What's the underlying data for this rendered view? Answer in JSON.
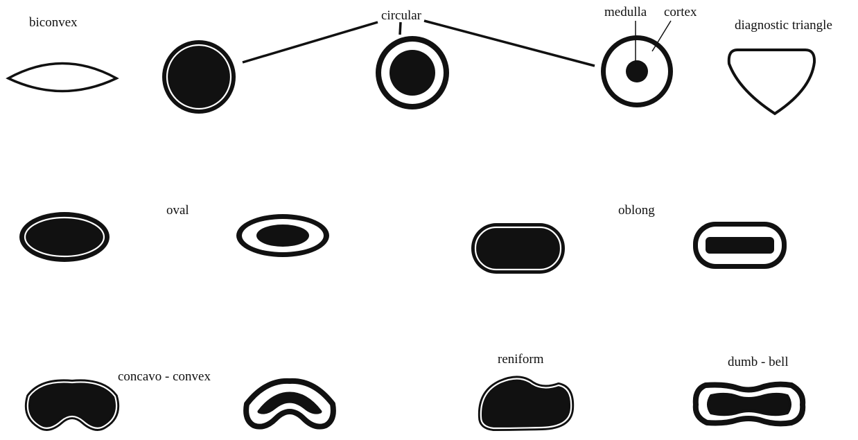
{
  "labels": {
    "biconvex": "biconvex",
    "circular": "circular",
    "medulla": "medulla",
    "cortex": "cortex",
    "diagnostic_triangle": "diagnostic triangle",
    "oval": "oval",
    "oblong": "oblong",
    "concavo_convex": "concavo - convex",
    "reniform": "reniform",
    "dumb_bell": "dumb - bell"
  },
  "colors": {
    "ink": "#111111",
    "cortex_fill": "#ffffff",
    "background": "#ffffff"
  }
}
